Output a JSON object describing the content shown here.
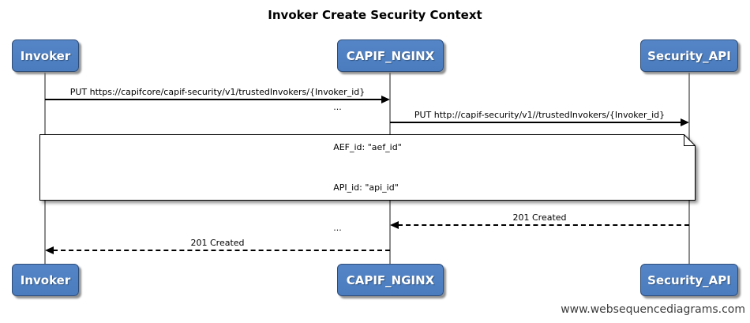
{
  "title": "Invoker Create Security Context",
  "actors": [
    {
      "name": "Invoker"
    },
    {
      "name": "CAPIF_NGINX"
    },
    {
      "name": "Security_API"
    }
  ],
  "messages": [
    {
      "from": "Invoker",
      "to": "CAPIF_NGINX",
      "style": "solid",
      "label": "PUT https://capifcore/capif-security/v1/trustedInvokers/{Invoker_id}"
    },
    {
      "from": "CAPIF_NGINX",
      "to": "Security_API",
      "style": "solid",
      "label": "PUT http://capif-security/v1//trustedInvokers/{Invoker_id}"
    },
    {
      "from": "Security_API",
      "to": "CAPIF_NGINX",
      "style": "dashed",
      "label": "201 Created"
    },
    {
      "from": "CAPIF_NGINX",
      "to": "Invoker",
      "style": "dashed",
      "label": "201 Created"
    }
  ],
  "note": {
    "lines": [
      "...",
      "AEF_id: \"aef_id\"",
      "API_id: \"api_id\"",
      "..."
    ]
  },
  "footer": "www.websequencediagrams.com",
  "colors": {
    "actor_fill": "#4a7cbe",
    "actor_border": "#2e4c77",
    "actor_text": "#ffffff",
    "lifeline": "#8c8c8c"
  }
}
